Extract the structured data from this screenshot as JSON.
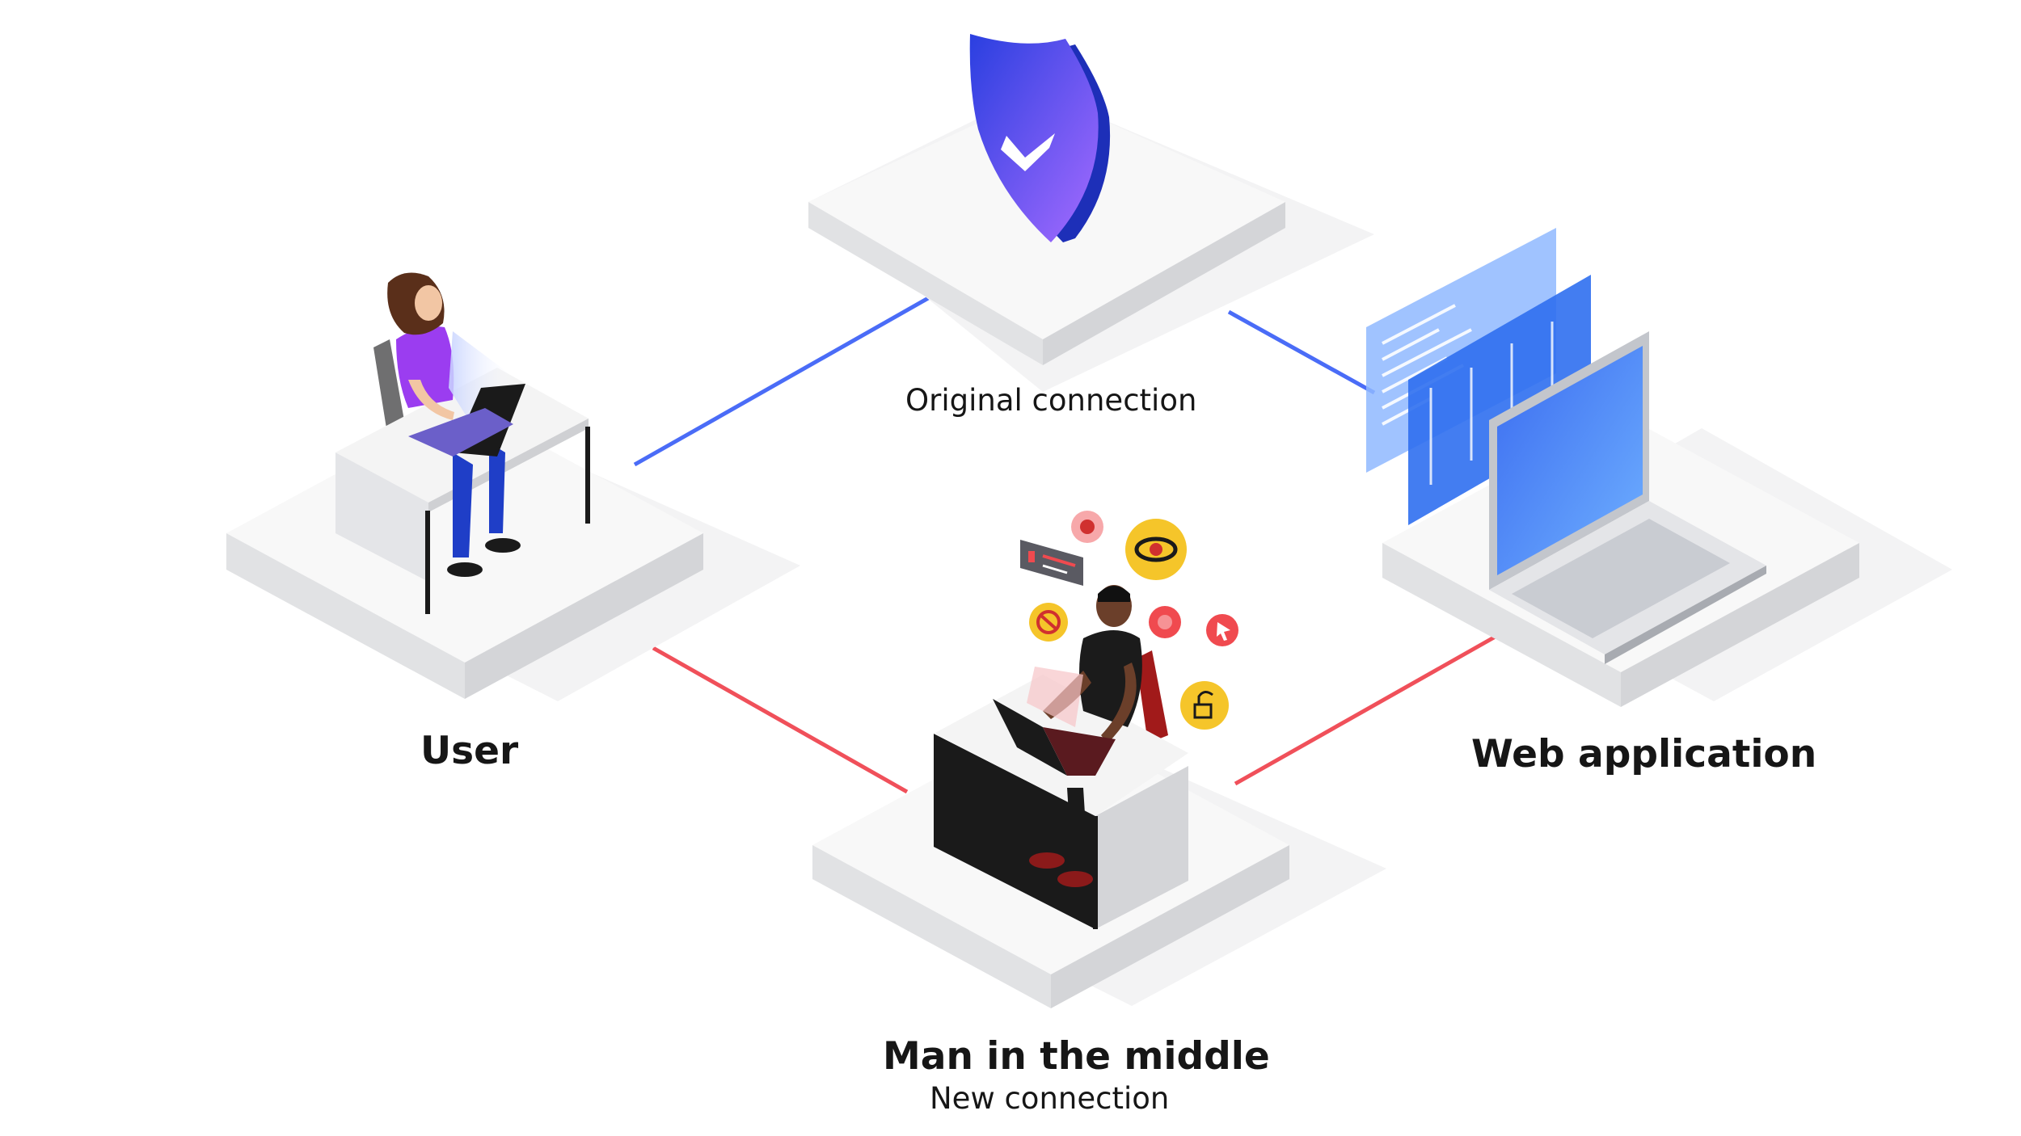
{
  "nodes": {
    "user": {
      "label": "User"
    },
    "web_app": {
      "label": "Web application"
    },
    "mitm": {
      "label": "Man in the middle",
      "sublabel": "New connection"
    },
    "shield": {
      "label": "Original connection"
    }
  },
  "colors": {
    "secure_line": "#4a6cf7",
    "attack_line": "#f0505a",
    "platform_top": "#f7f7f7",
    "platform_side": "#e1e2e4",
    "shield": "#2f3fd4",
    "user_shirt": "#9b3df0",
    "attacker_shirt": "#1b1b1b",
    "threat_red": "#f04a4f",
    "threat_yellow": "#f5c52a"
  },
  "icons": [
    "shield-check-icon",
    "bug-icon",
    "eye-icon",
    "block-icon",
    "virus-icon",
    "cursor-icon",
    "lock-icon",
    "alert-window-icon"
  ]
}
